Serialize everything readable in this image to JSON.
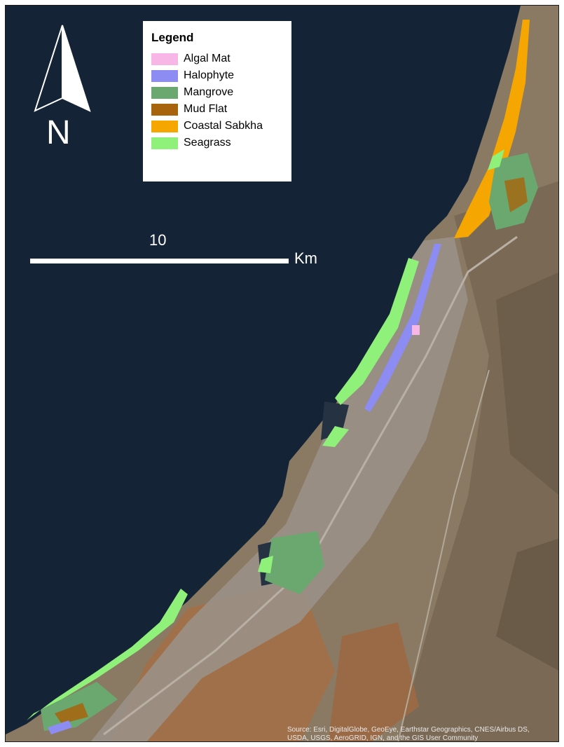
{
  "legend": {
    "title": "Legend",
    "items": [
      {
        "label": "Algal Mat",
        "color": "#f7b6e6"
      },
      {
        "label": "Halophyte",
        "color": "#8c8cf2"
      },
      {
        "label": "Mangrove",
        "color": "#6aa86f"
      },
      {
        "label": "Mud Flat",
        "color": "#a8640c"
      },
      {
        "label": "Coastal Sabkha",
        "color": "#f5a600"
      },
      {
        "label": "Seagrass",
        "color": "#8ff07a"
      }
    ]
  },
  "north_arrow": {
    "letter": "N"
  },
  "scale_bar": {
    "label": "10",
    "unit": "Km"
  },
  "attribution": {
    "line1": "Source: Esri, DigitalGlobe, GeoEye, Earthstar Geographics, CNES/Airbus DS,",
    "line2": "USDA, USGS, AeroGRID, IGN, and the GIS User Community"
  },
  "colors": {
    "sea": "#142436",
    "land": "#8a7a64",
    "land_dark": "#6d5e4c",
    "land_red": "#a0704a",
    "urban": "#9a9288"
  }
}
